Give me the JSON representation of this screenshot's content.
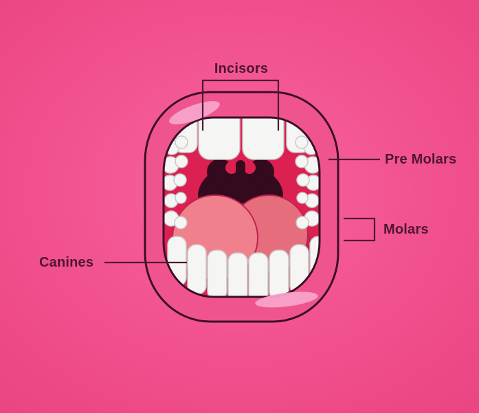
{
  "labels": {
    "incisors": "Incisors",
    "pre_molars": "Pre Molars",
    "molars": "Molars",
    "canines": "Canines"
  },
  "colors": {
    "background": "#ee4a88",
    "background_center": "#f8639f",
    "background_edge": "#e23a78",
    "lip": "#f0548e",
    "lip_highlight": "#f7a3c9",
    "outline": "#3c0f26",
    "mouth_interior": "#dc2152",
    "throat": "#330a1e",
    "tongue_front": "#f0808c",
    "tongue_back": "#e66e7c",
    "tongue_shadow": "#be2450",
    "teeth": "#f5f5f3",
    "teeth_outline": "#c8c8c6",
    "label_text": "#4d1631",
    "leader_line": "#4d1631"
  }
}
